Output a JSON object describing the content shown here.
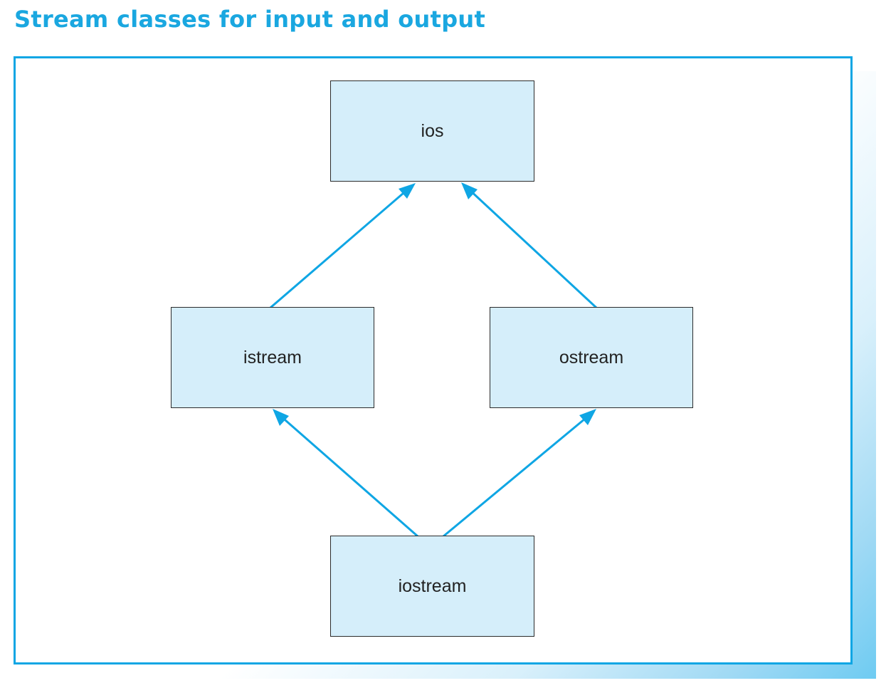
{
  "title": "Stream classes for input and output",
  "colors": {
    "title": "#1aa7e0",
    "frame_border": "#0fa6e4",
    "arrow": "#0fa6e4",
    "node_fill": "#d5eefa",
    "node_border": "#2b2b2b"
  },
  "nodes": {
    "ios": "ios",
    "istream": "istream",
    "ostream": "ostream",
    "iostream": "iostream"
  },
  "edges": [
    {
      "from": "istream",
      "to": "ios"
    },
    {
      "from": "ostream",
      "to": "ios"
    },
    {
      "from": "iostream",
      "to": "istream"
    },
    {
      "from": "iostream",
      "to": "ostream"
    }
  ]
}
